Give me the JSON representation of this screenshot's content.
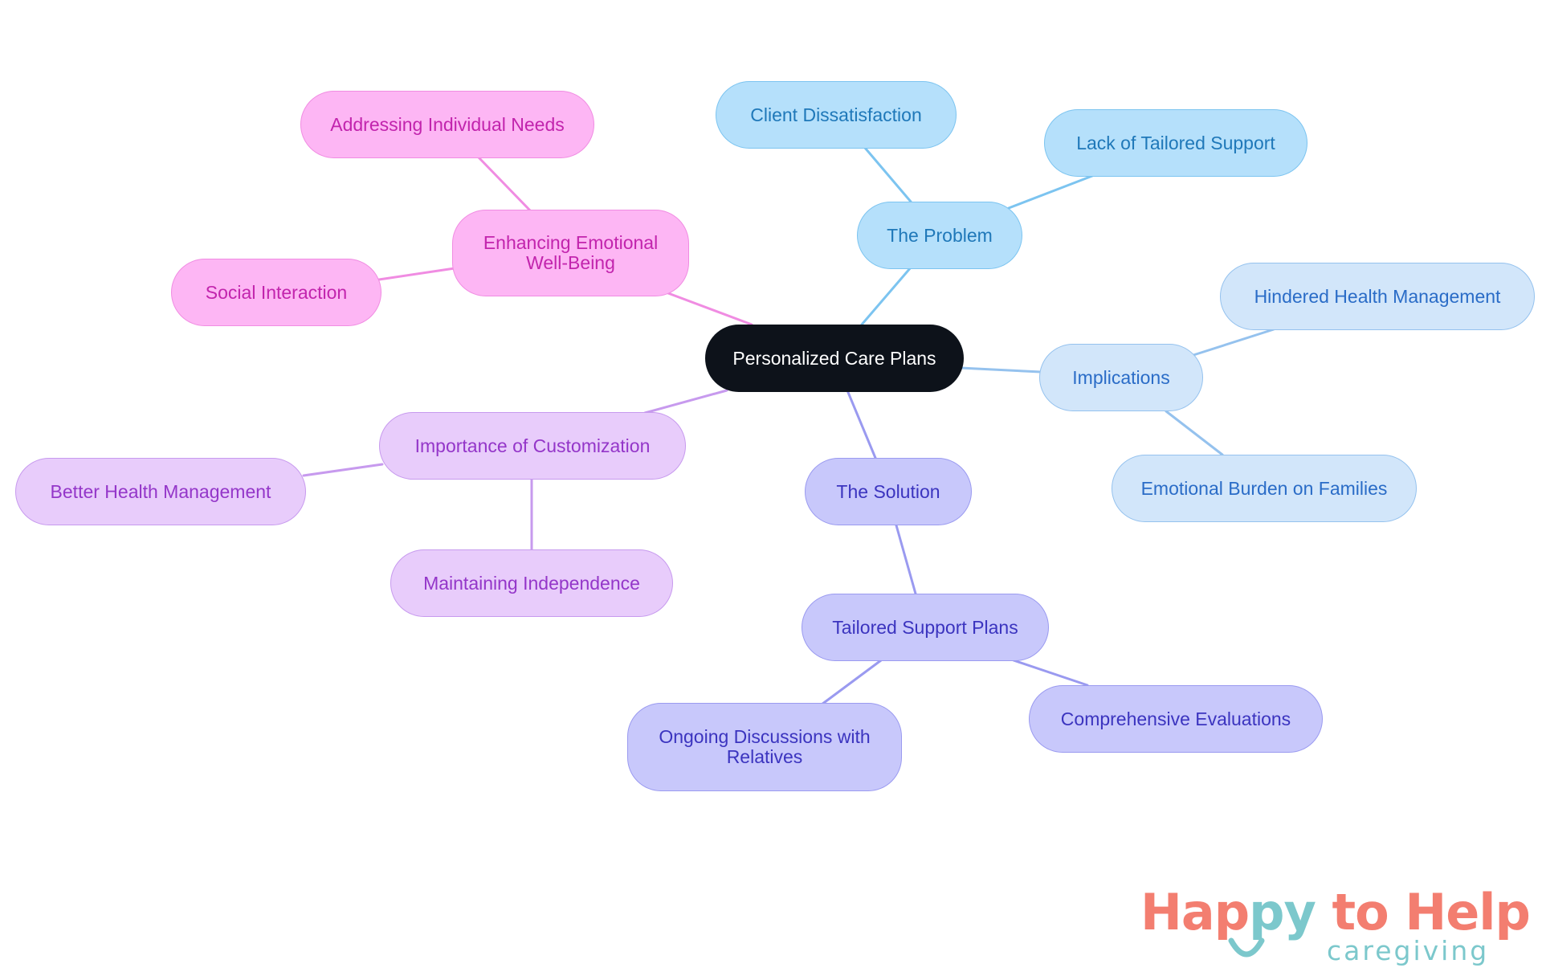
{
  "diagram": {
    "root": "Personalized Care Plans",
    "branches": {
      "problem": {
        "label": "The Problem",
        "children": [
          "Client Dissatisfaction",
          "Lack of Tailored Support"
        ]
      },
      "implications": {
        "label": "Implications",
        "children": [
          "Hindered Health Management",
          "Emotional Burden on Families"
        ]
      },
      "solution": {
        "label": "The Solution",
        "children": [
          "Tailored Support Plans"
        ],
        "grandchildren": [
          "Ongoing Discussions with Relatives",
          "Comprehensive Evaluations"
        ]
      },
      "customization": {
        "label": "Importance of Customization",
        "children": [
          "Better Health Management",
          "Maintaining Independence"
        ]
      },
      "emotional": {
        "label": "Enhancing Emotional Well-Being",
        "children": [
          "Addressing Individual Needs",
          "Social Interaction"
        ]
      }
    }
  },
  "colors": {
    "problem_edge": "#7cc4f0",
    "implications_edge": "#95c2ee",
    "solution_edge": "#9a9af0",
    "customization_edge": "#c79aee",
    "emotional_edge": "#f08ce2"
  },
  "logo": {
    "title_part1": "Hap",
    "title_part2": "py",
    "title_part3": " to ",
    "title_part4": "Help",
    "subtitle": "caregiving",
    "primary_color": "#f37e70",
    "secondary_color": "#7cc8cc"
  }
}
